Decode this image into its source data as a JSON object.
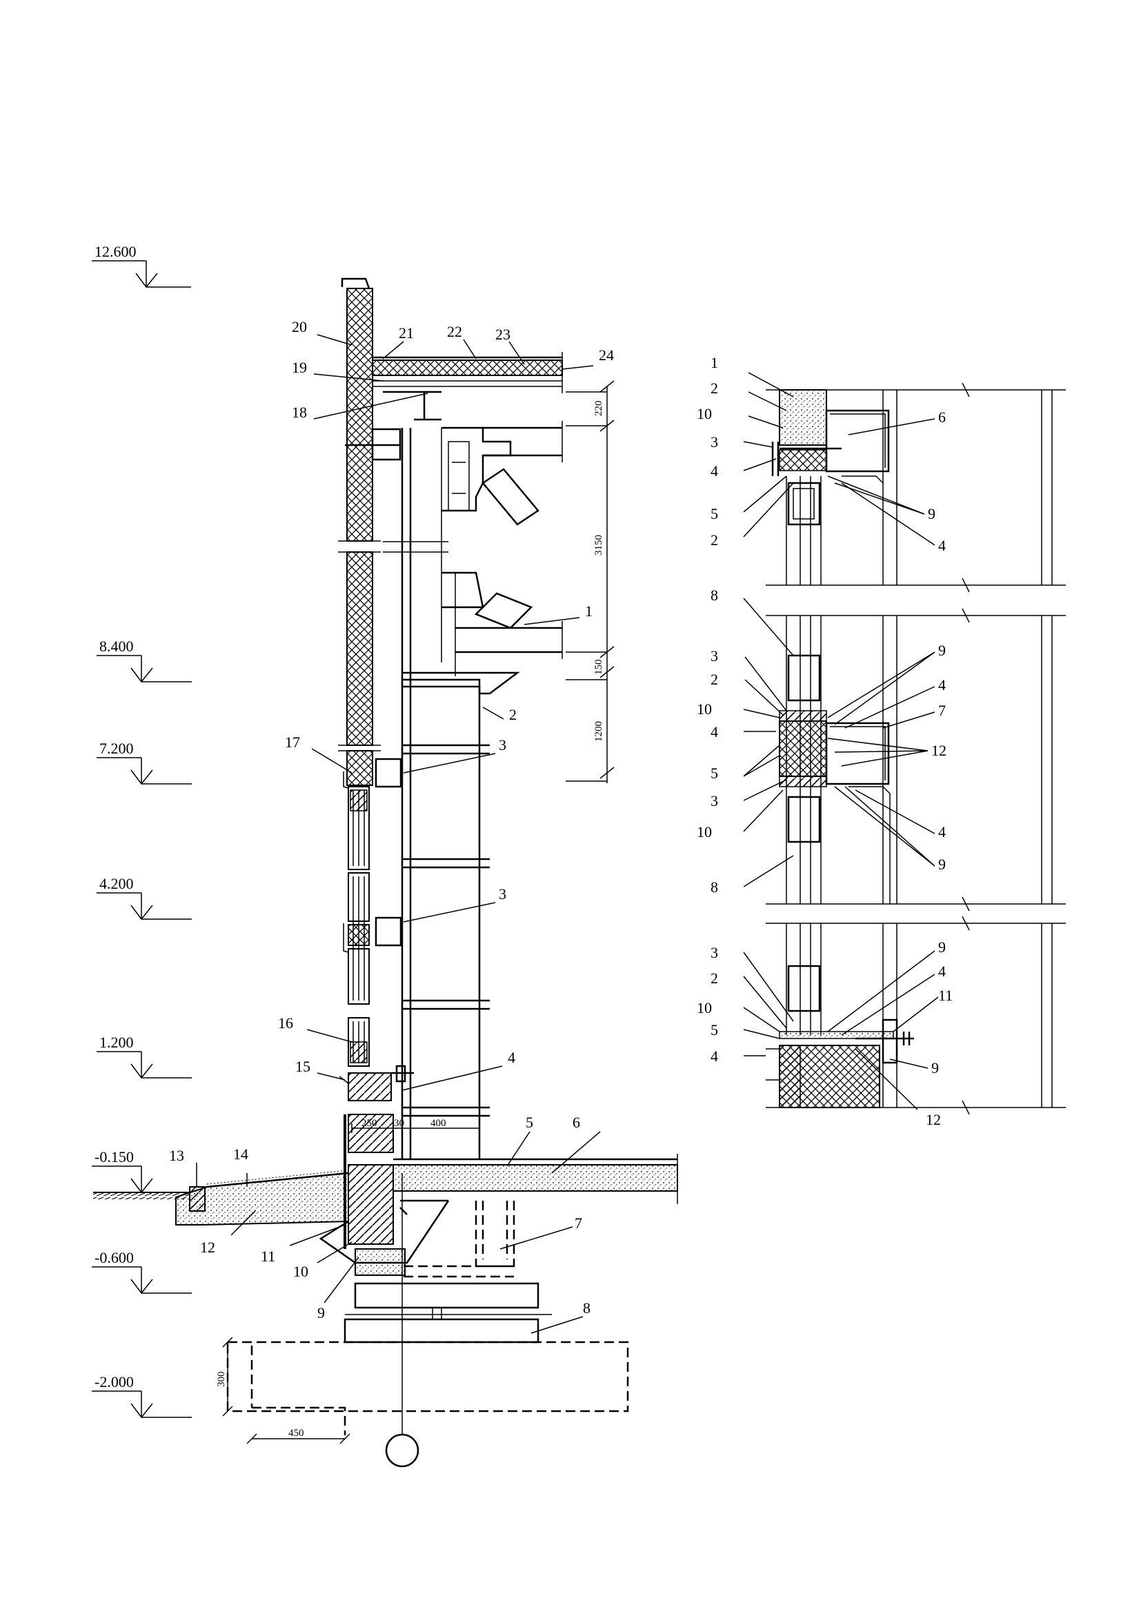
{
  "elevations": [
    "12.600",
    "8.400",
    "7.200",
    "4.200",
    "1.200",
    "-0.150",
    "-0.600",
    "-2.000"
  ],
  "dimensions": {
    "v_220": "220",
    "v_3150": "3150",
    "v_150": "150",
    "v_1200": "1200",
    "h_250": "250",
    "h_30": "30",
    "h_400": "400",
    "v_300": "300",
    "h_450": "450"
  },
  "section_labels": {
    "l1": "1",
    "l2": "2",
    "l3a": "3",
    "l3b": "3",
    "l4": "4",
    "l5": "5",
    "l6": "6",
    "l7": "7",
    "l8": "8",
    "l9": "9",
    "l10": "10",
    "l11": "11",
    "l12": "12",
    "l13": "13",
    "l14": "14",
    "l15": "15",
    "l16": "16",
    "l17": "17",
    "l18": "18",
    "l19": "19",
    "l20": "20",
    "l21": "21",
    "l22": "22",
    "l23": "23",
    "l24": "24"
  },
  "detail_top": {
    "l1": "1",
    "l2a": "2",
    "l10": "10",
    "l3": "3",
    "l4a": "4",
    "l5": "5",
    "l2b": "2",
    "l6": "6",
    "l9": "9",
    "l4b": "4"
  },
  "detail_mid": {
    "l8a": "8",
    "l3a": "3",
    "l2": "2",
    "l10a": "10",
    "l4a": "4",
    "l5": "5",
    "l3b": "3",
    "l10b": "10",
    "l8b": "8",
    "l9a": "9",
    "l4b": "4",
    "l7": "7",
    "l12": "12",
    "l4c": "4",
    "l9b": "9"
  },
  "detail_bot": {
    "l3": "3",
    "l2": "2",
    "l10": "10",
    "l5": "5",
    "l4a": "4",
    "l9a": "9",
    "l4b": "4",
    "l11": "11",
    "l9b": "9",
    "l12": "12"
  }
}
